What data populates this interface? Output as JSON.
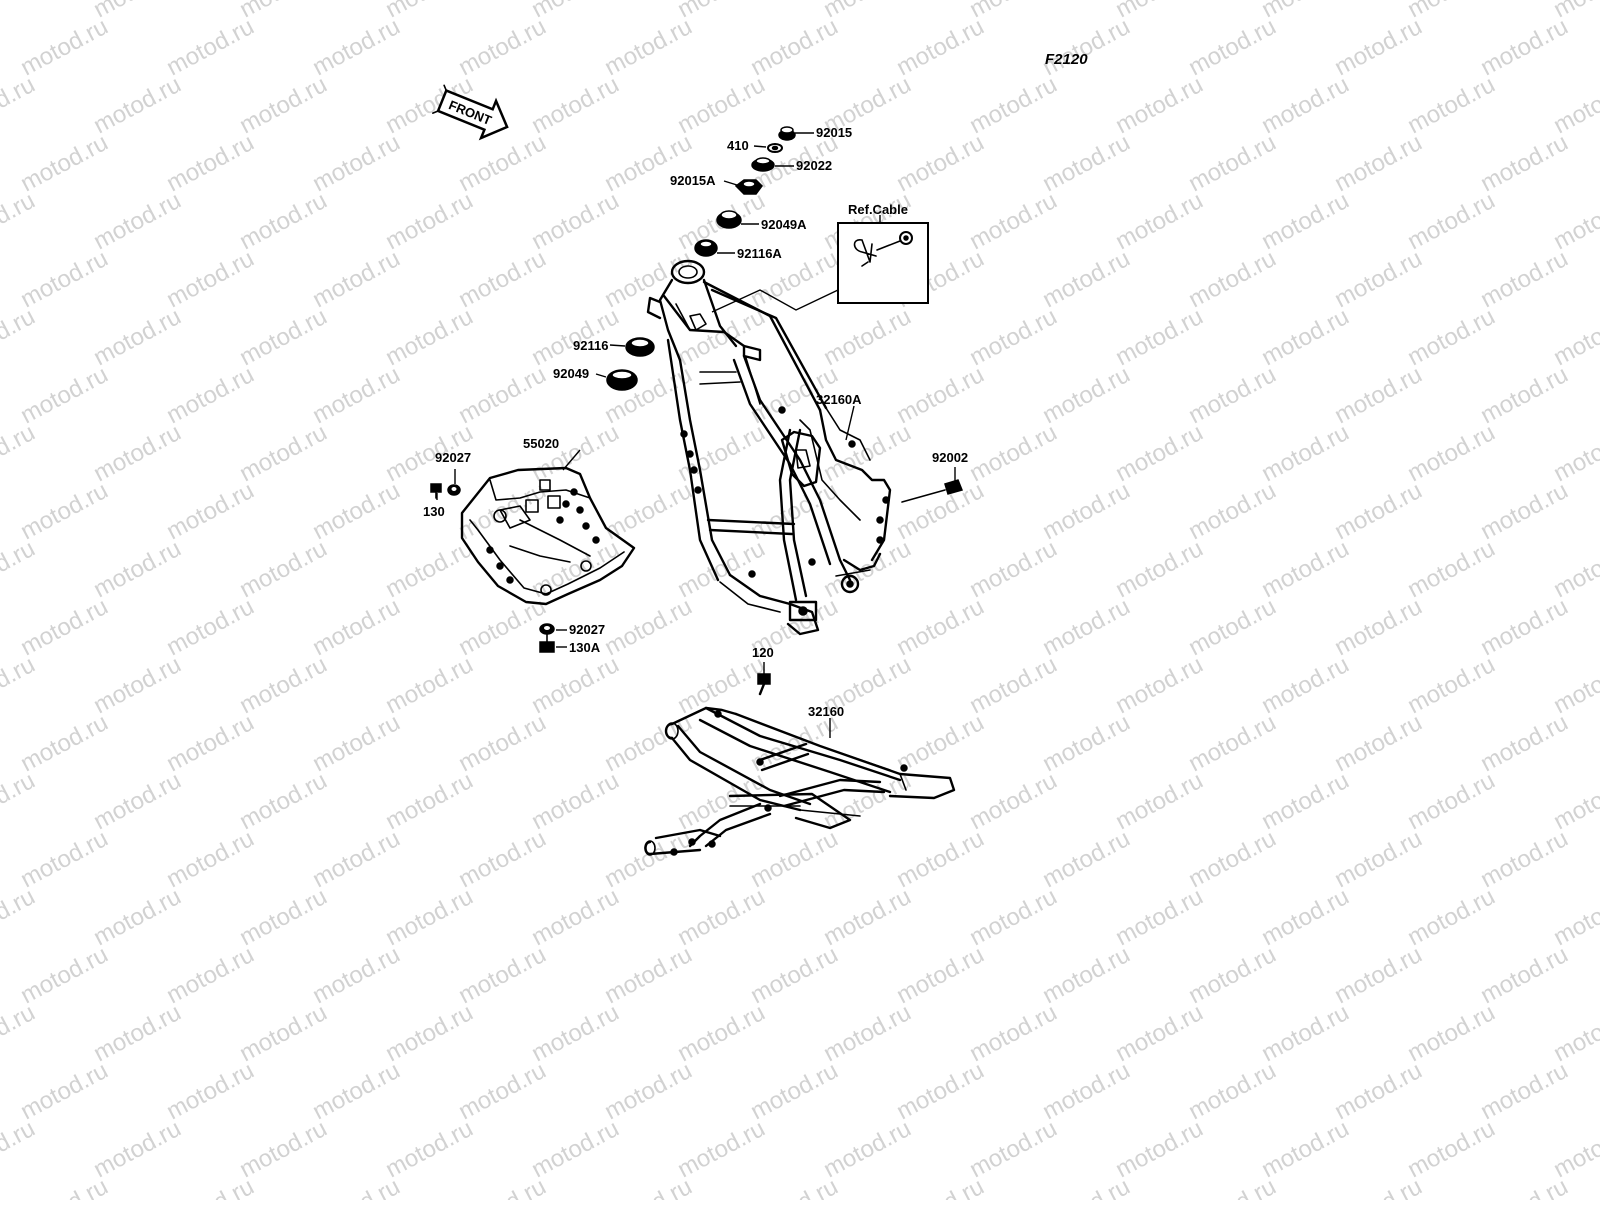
{
  "diagram": {
    "code": "F2120",
    "front_label": "FRONT",
    "ref_box_label": "Ref.Cable",
    "watermark": "motod.ru",
    "parts": [
      {
        "id": "92015",
        "label": "92015"
      },
      {
        "id": "410",
        "label": "410"
      },
      {
        "id": "92022",
        "label": "92022"
      },
      {
        "id": "92015A",
        "label": "92015A"
      },
      {
        "id": "92049A",
        "label": "92049A"
      },
      {
        "id": "92116A",
        "label": "92116A"
      },
      {
        "id": "92116",
        "label": "92116"
      },
      {
        "id": "92049",
        "label": "92049"
      },
      {
        "id": "32160A",
        "label": "32160A"
      },
      {
        "id": "92002",
        "label": "92002"
      },
      {
        "id": "92027-top",
        "label": "92027"
      },
      {
        "id": "55020",
        "label": "55020"
      },
      {
        "id": "130",
        "label": "130"
      },
      {
        "id": "92027-bottom",
        "label": "92027"
      },
      {
        "id": "130A",
        "label": "130A"
      },
      {
        "id": "120",
        "label": "120"
      },
      {
        "id": "32160",
        "label": "32160"
      }
    ]
  }
}
